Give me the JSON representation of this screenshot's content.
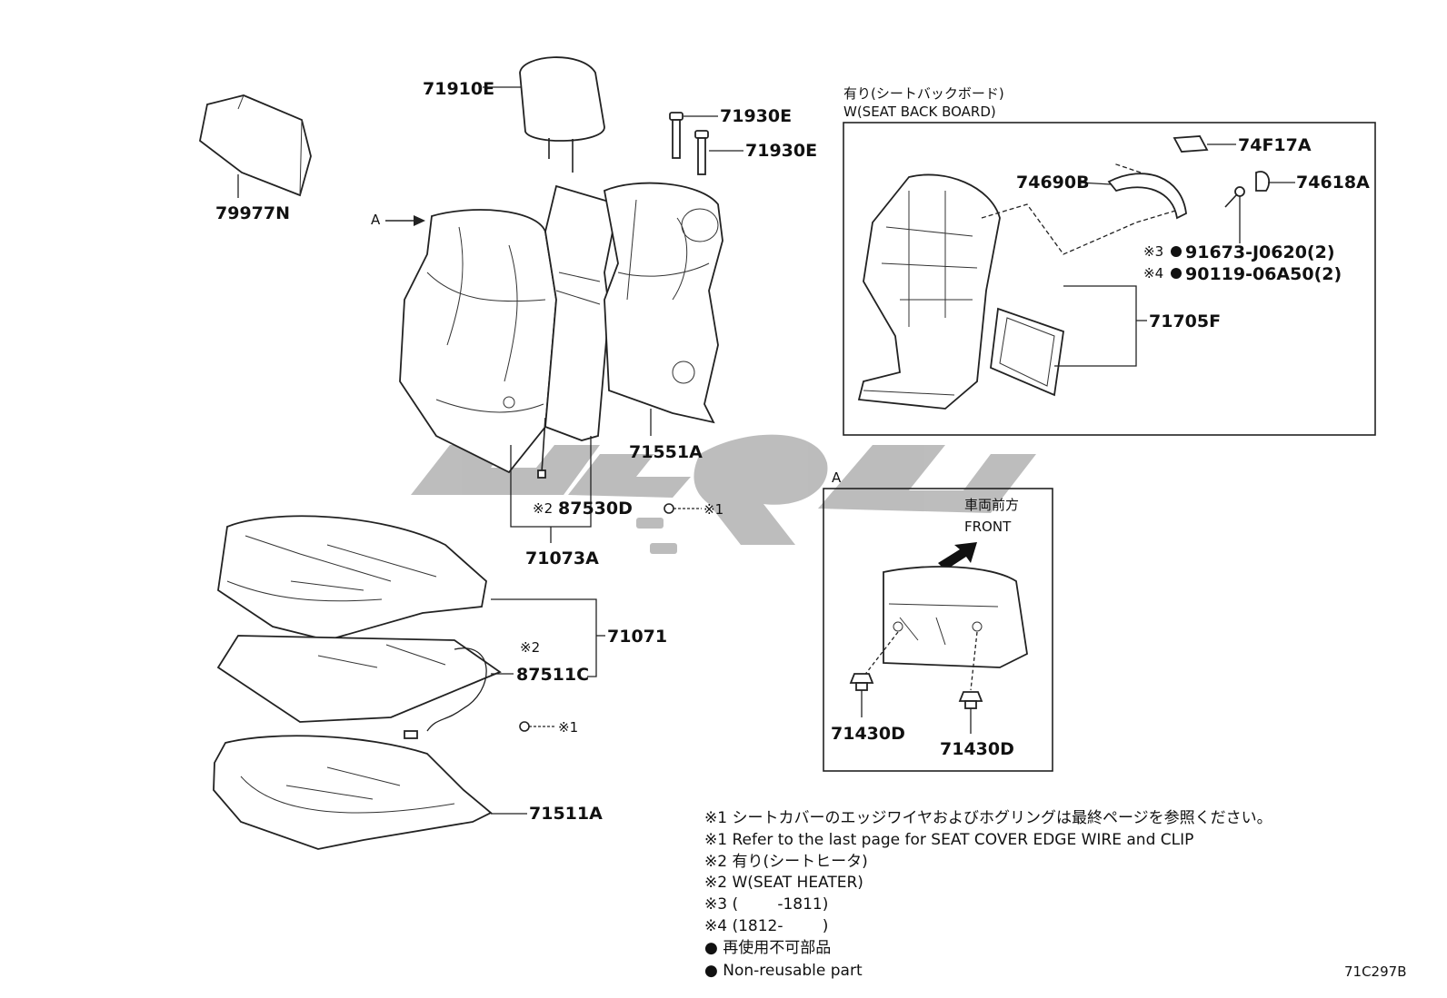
{
  "diagram": {
    "part_numbers": {
      "headrest_cover": "79977N",
      "headrest": "71910E",
      "headrest_guide_1": "71930E",
      "headrest_guide_2": "71930E",
      "back_cover": "71551A",
      "back_heater": "87530D",
      "back_pad": "71073A",
      "cushion_assy": "71071",
      "cushion_heater": "87511C",
      "cushion_pad": "71511A",
      "board_clip": "74F17A",
      "board_handle": "74690B",
      "board_cap": "74618A",
      "bolt_1": "91673-J0620(2)",
      "bolt_2": "90119-06A50(2)",
      "back_board": "71705F",
      "clip_a1": "71430D",
      "clip_a2": "71430D",
      "drawing_code": "71C297B"
    },
    "marks": {
      "view_a_arrow": "A",
      "view_a_box": "A",
      "x1_back": "※1",
      "x1_cushion": "※1",
      "x2_back_prefix": "※2",
      "x2_cushion_prefix": "※2",
      "x3_prefix": "※3",
      "x4_prefix": "※4"
    },
    "board_box": {
      "title_jp": "有り(シートバックボード)",
      "title_en": "W(SEAT BACK BOARD)"
    },
    "view_a": {
      "front_jp": "車両前方",
      "front_en": "FRONT"
    },
    "notes": [
      "※1  シートカバーのエッジワイヤおよびホグリングは最終ページを参照ください。",
      "※1  Refer to the last page for SEAT COVER EDGE WIRE and CLIP",
      "※2  有り(シートヒータ)",
      "※2  W(SEAT HEATER)",
      "※3 (        -1811)",
      "※4 (1812-        )",
      "●  再使用不可部品",
      "●  Non-reusable part"
    ],
    "watermark_color": "#b9b9b9"
  }
}
